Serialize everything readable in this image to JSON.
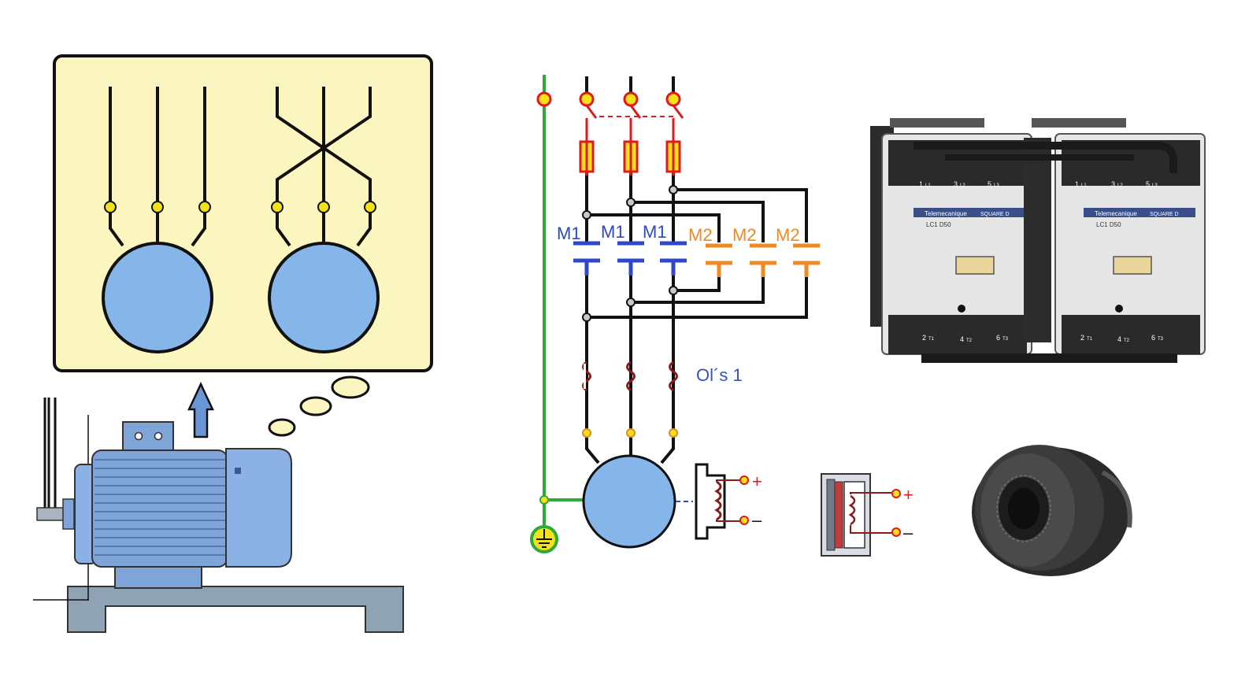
{
  "contacts_m1": {
    "label_1": "M1",
    "label_2": "M1",
    "label_3": "M1"
  },
  "contacts_m2": {
    "label_1": "M2",
    "label_2": "M2",
    "label_3": "M2"
  },
  "overload": {
    "label": "Ol´s 1"
  },
  "brake_coil": {
    "plus": "+",
    "minus": "–"
  },
  "brake_section": {
    "plus": "+",
    "minus": "–"
  },
  "contactor_photo": {
    "terminals_top": [
      "1",
      "L1",
      "3",
      "L2",
      "5",
      "L3"
    ],
    "terminals_bottom": [
      "2",
      "T1",
      "4",
      "T2",
      "6",
      "T3"
    ],
    "brand": "Telemecanique",
    "brand2": "SQUARE D",
    "model": "LC1 D50"
  },
  "colors": {
    "earth_line": "#2eaa3a",
    "fuse": "#e0191e",
    "m1": "#2f47c9",
    "m2": "#f08a24",
    "overload": "#8b1a1a",
    "motor_fill": "#86b5ea",
    "bubble_fill": "#fbf6bf",
    "terminal": "#f4e11a",
    "label_blue": "#3451c9"
  },
  "icons": {
    "thought_bubble": "thought-bubble-icon",
    "arrow_up": "arrow-up-icon",
    "ground": "ground-icon"
  }
}
